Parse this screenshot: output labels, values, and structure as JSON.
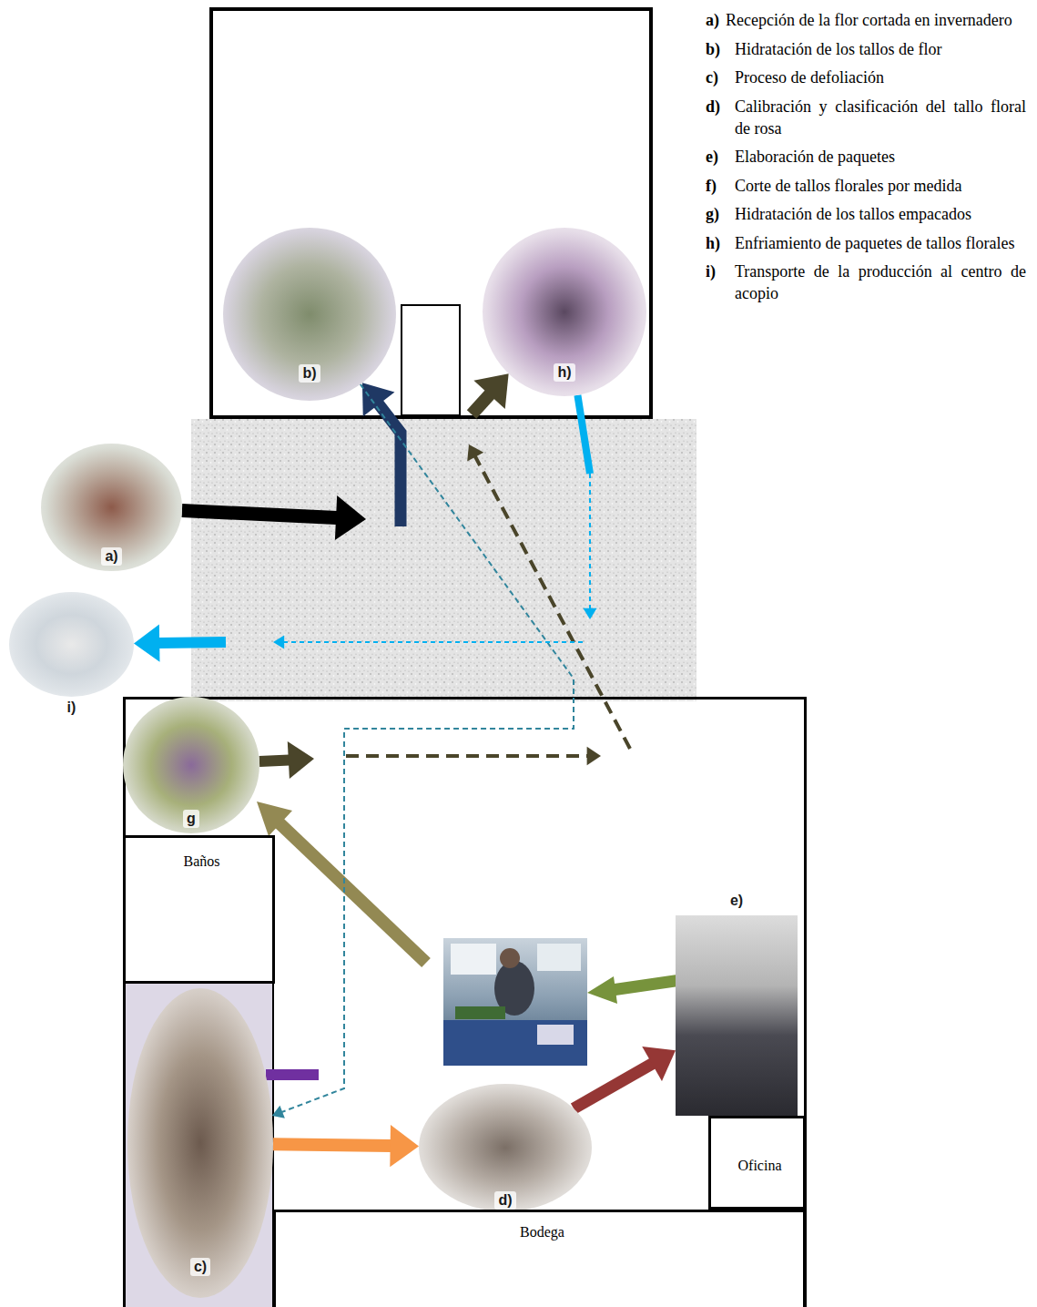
{
  "diagram": {
    "nodes": [
      {
        "text": [
          "b)"
        ]
      },
      {
        "text": [
          "h)"
        ]
      },
      {
        "text": [
          "a)"
        ]
      },
      {
        "text": [
          "i)"
        ]
      },
      {
        "text": [
          "g"
        ]
      },
      {
        "text": [
          "Baños"
        ]
      },
      {
        "text": [
          "e)"
        ]
      },
      {
        "text": [
          "c)"
        ]
      },
      {
        "text": [
          "d)"
        ]
      },
      {
        "text": [
          "Oficina"
        ]
      },
      {
        "text": [
          "Bodega"
        ]
      }
    ],
    "edges": [
      {
        "from": 2,
        "to": 0,
        "arrow": "to"
      },
      {
        "from": 0,
        "to": 7,
        "arrow": "to"
      },
      {
        "from": 7,
        "to": 8,
        "arrow": "to"
      },
      {
        "from": 8,
        "to": 6,
        "arrow": "to"
      },
      {
        "from": 4,
        "to": 1,
        "arrow": "to"
      },
      {
        "from": 1,
        "to": 3,
        "arrow": "to"
      }
    ],
    "labels": [
      "a)",
      "Recepción de la flor cortada en invernadero",
      "b)",
      "Hidratación de los tallos de flor",
      "c)",
      "Proceso de defoliación",
      "d)",
      "Calibración y clasificación del tallo floral de rosa",
      "e)",
      "Elaboración de paquetes",
      "f)",
      "Corte de tallos florales por medida",
      "g)",
      "Hidratación de los tallos empacados",
      "h)",
      "Enfriamiento de paquetes de tallos florales",
      "i)",
      "Transporte de la producción al centro de acopio"
    ]
  }
}
